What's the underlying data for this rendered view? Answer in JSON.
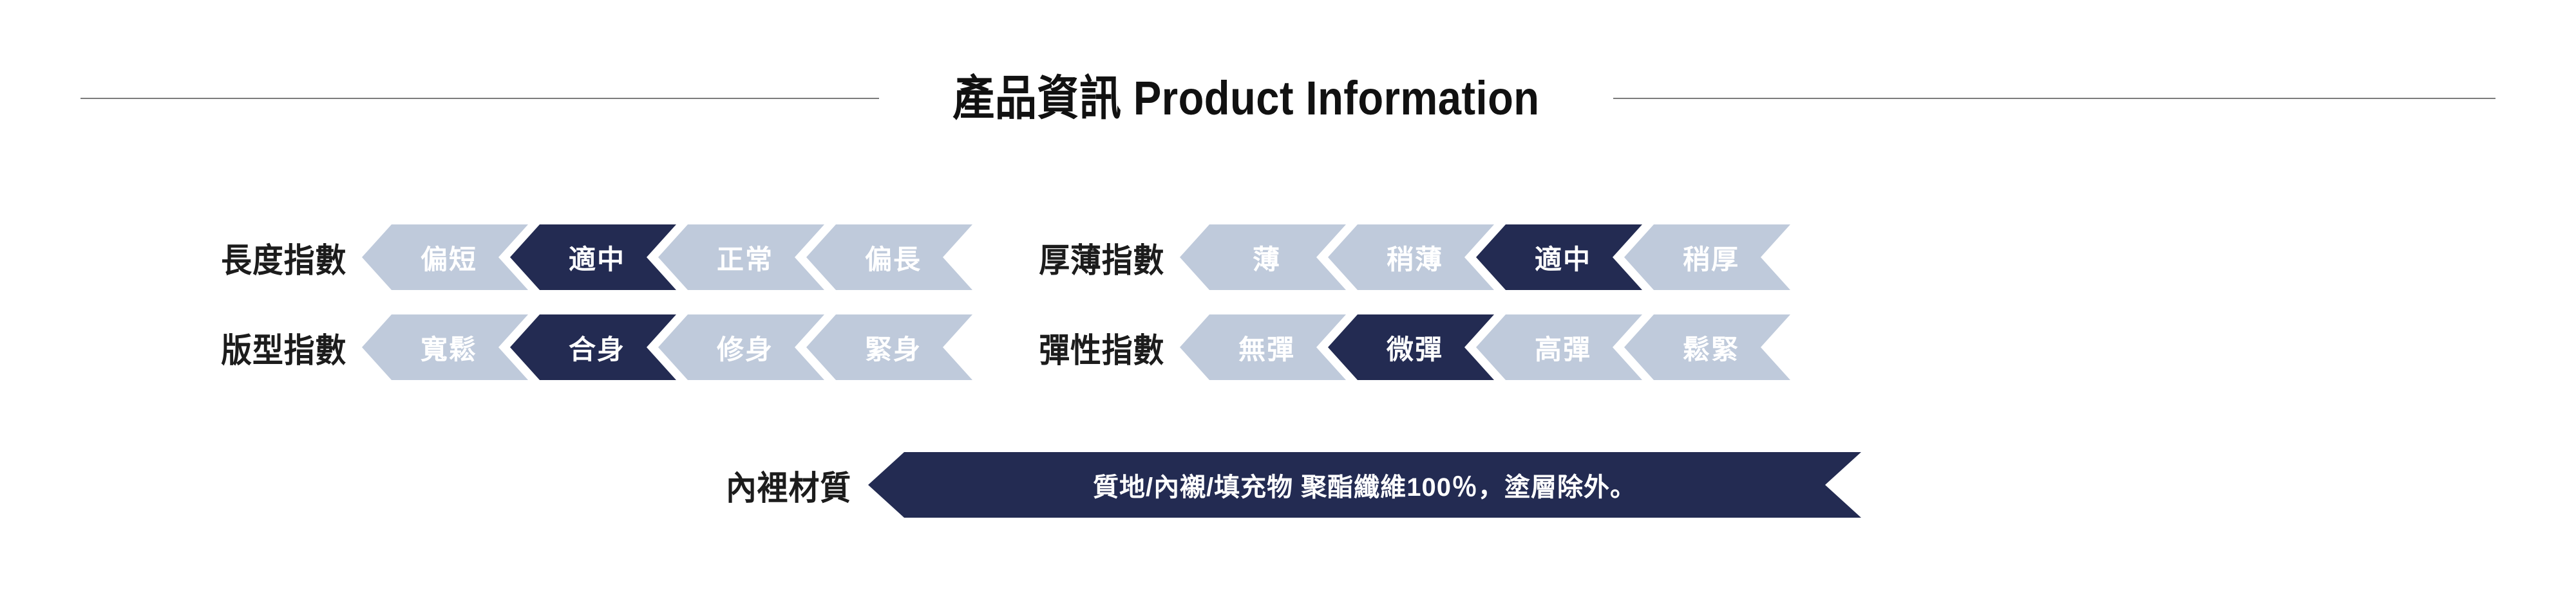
{
  "header": {
    "title": "產品資訊 Product Information",
    "divider_color": "#7b7b7b"
  },
  "theme": {
    "active_color": "#232b52",
    "inactive_color": "#bfcadb",
    "label_color": "#1c1c1c",
    "segment_text_color": "#ffffff",
    "background": "#ffffff"
  },
  "indices": [
    {
      "label": "長度指數",
      "segments": [
        {
          "text": "偏短",
          "active": false
        },
        {
          "text": "適中",
          "active": true
        },
        {
          "text": "正常",
          "active": false
        },
        {
          "text": "偏長",
          "active": false
        }
      ]
    },
    {
      "label": "厚薄指數",
      "segments": [
        {
          "text": "薄",
          "active": false
        },
        {
          "text": "稍薄",
          "active": false
        },
        {
          "text": "適中",
          "active": true
        },
        {
          "text": "稍厚",
          "active": false
        }
      ]
    },
    {
      "label": "版型指數",
      "segments": [
        {
          "text": "寬鬆",
          "active": false
        },
        {
          "text": "合身",
          "active": true
        },
        {
          "text": "修身",
          "active": false
        },
        {
          "text": "緊身",
          "active": false
        }
      ]
    },
    {
      "label": "彈性指數",
      "segments": [
        {
          "text": "無彈",
          "active": false
        },
        {
          "text": "微彈",
          "active": true
        },
        {
          "text": "高彈",
          "active": false
        },
        {
          "text": "鬆緊",
          "active": false
        }
      ]
    }
  ],
  "material": {
    "label": "內裡材質",
    "text": "質地/內襯/填充物 聚酯纖維100％，塗層除外。"
  }
}
